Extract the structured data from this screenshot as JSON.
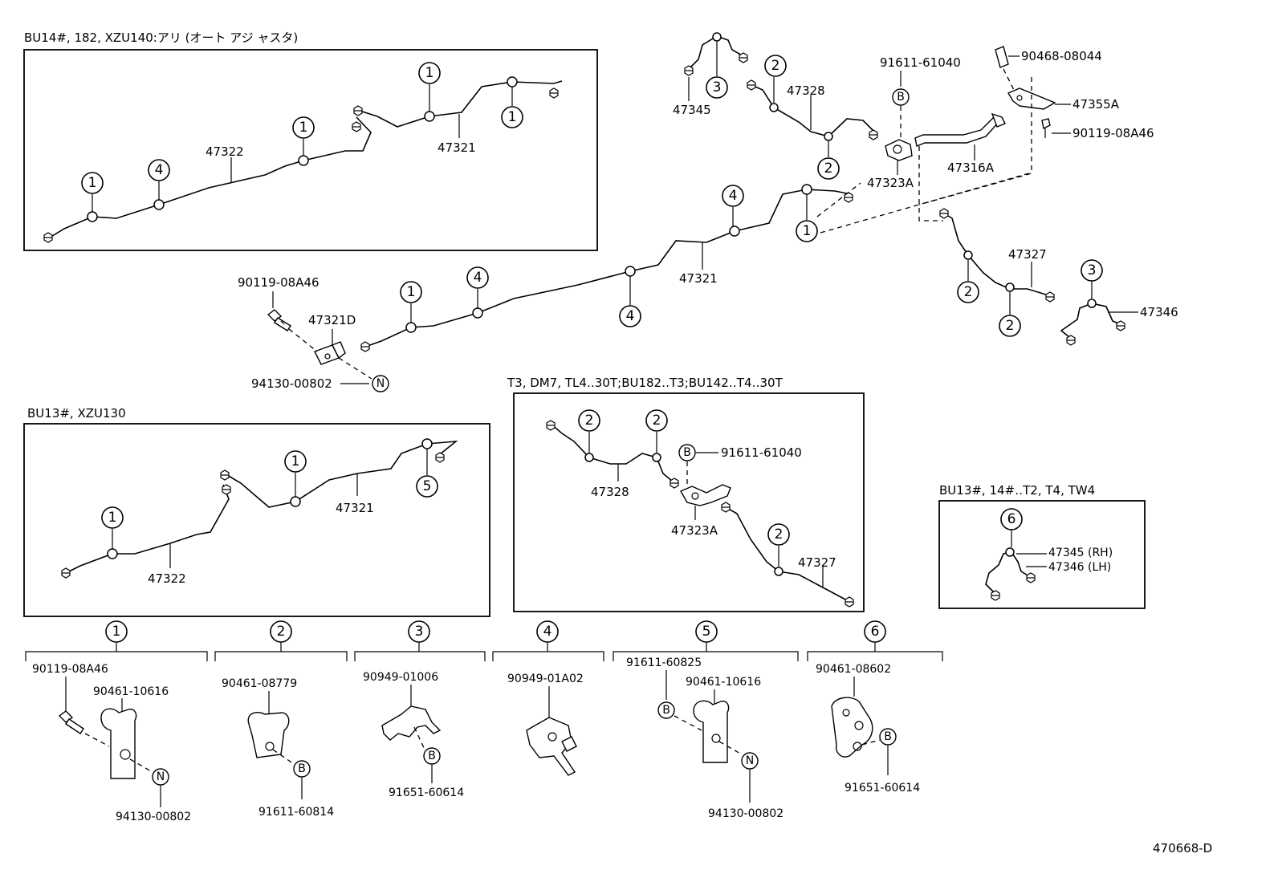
{
  "inset_labels": {
    "bu14": "BU14#, 182, XZU140:アリ (オート アジ ャスタ)",
    "bu13": "BU13#, XZU130",
    "t3": "T3, DM7, TL4‥30T;BU182‥T3;BU142‥T4‥30T",
    "bu13_14": "BU13#, 14#‥T2, T4, TW4"
  },
  "part_numbers": {
    "p47322": "47322",
    "p47321": "47321",
    "p47321d": "47321D",
    "p90119_08a46": "90119-08A46",
    "p94130_00802": "94130-00802",
    "p47345": "47345",
    "p47328": "47328",
    "p91611_61040": "91611-61040",
    "p47323a": "47323A",
    "p47316a": "47316A",
    "p90468_08044": "90468-08044",
    "p47355a": "47355A",
    "p47327": "47327",
    "p47346": "47346",
    "p47345_rh": "47345 (RH)",
    "p47346_lh": "47346 (LH)",
    "p90461_10616": "90461-10616",
    "p90461_08779": "90461-08779",
    "p91611_60814": "91611-60814",
    "p90949_01006": "90949-01006",
    "p91651_60614": "91651-60614",
    "p90949_01a02": "90949-01A02",
    "p91611_60825": "91611-60825",
    "p90461_08602": "90461-08602"
  },
  "callouts": {
    "c1": "1",
    "c2": "2",
    "c3": "3",
    "c4": "4",
    "c5": "5",
    "c6": "6",
    "cB": "B",
    "cN": "N"
  },
  "diagram_code": "470668-D"
}
